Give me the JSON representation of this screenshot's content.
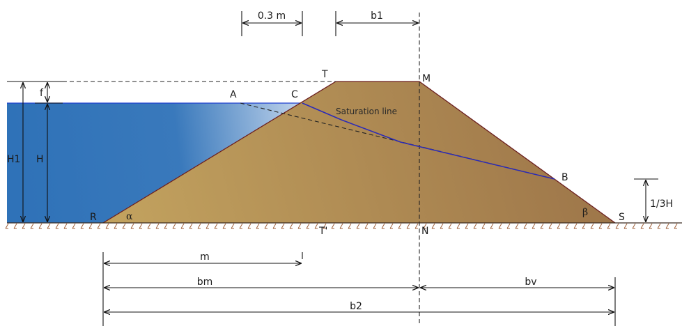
{
  "labels": {
    "top_offset": "0.3 m",
    "crest_width": "b1",
    "point_T": "T",
    "point_M": "M",
    "point_A": "A",
    "point_C": "C",
    "point_B": "B",
    "point_R": "R",
    "point_S": "S",
    "point_T_prime": "T'",
    "point_N": "N",
    "freeboard": "f",
    "total_height": "H1",
    "water_height": "H",
    "alpha": "α",
    "beta": "β",
    "one_third_h": "1/3H",
    "saturation_line": "Saturation line",
    "dim_m": "m",
    "dim_bm": "bm",
    "dim_bv": "bv",
    "dim_b2": "b2"
  },
  "colors": {
    "water_dark": "#2f72b8",
    "water_light": "#c7d8ee",
    "soil_light": "#c3a35f",
    "soil_dark": "#9b7348",
    "dam_edge": "#6b1f1f",
    "saturation_line": "#2a2ab8",
    "ground_hatch": "#a0603a"
  }
}
